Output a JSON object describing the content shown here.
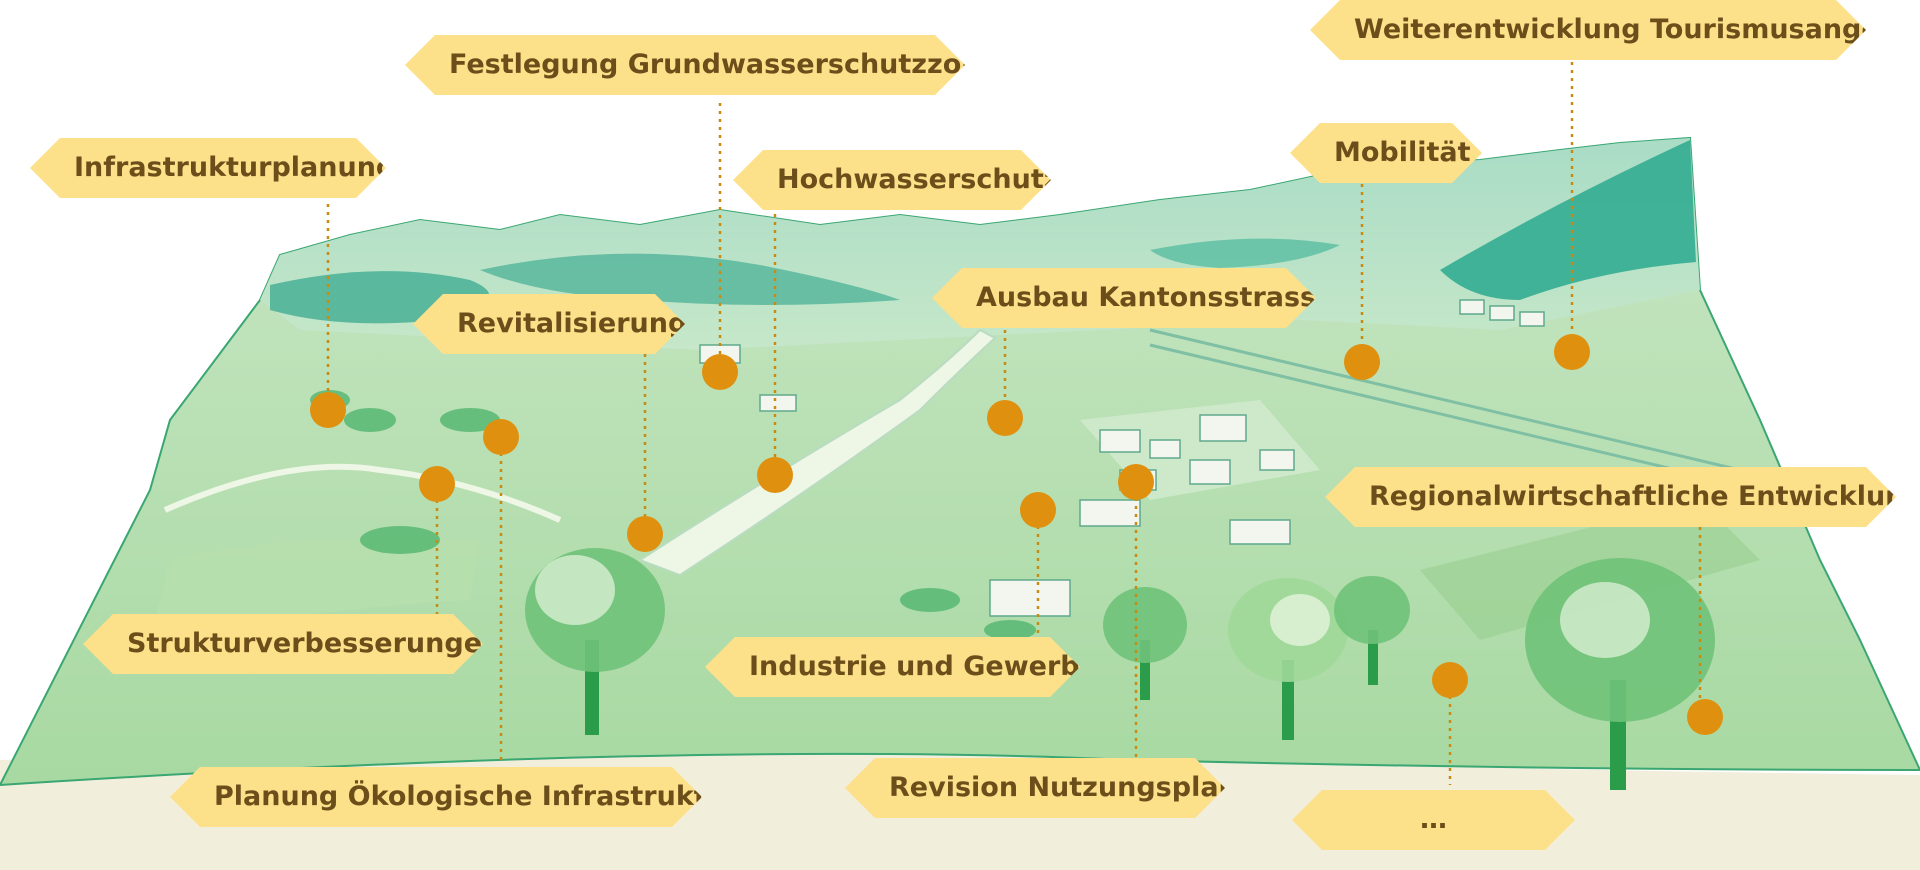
{
  "colors": {
    "label_fill": "#fde08a",
    "label_text": "#6b4e1a",
    "marker": "#e0900f",
    "leader": "#c98a12",
    "landscape_light": "#bfe3c2",
    "landscape_mid": "#8fd0a6",
    "landscape_dark": "#2aa98e",
    "ground": "#f2eedc"
  },
  "labels": [
    {
      "id": "infrastrukturplanung",
      "text": "Infrastrukturplanung"
    },
    {
      "id": "grundwasserschutzzone",
      "text": "Festlegung Grundwasserschutzzone"
    },
    {
      "id": "hochwasserschutz",
      "text": "Hochwasserschutz"
    },
    {
      "id": "revitalisierung",
      "text": "Revitalisierung"
    },
    {
      "id": "kantonsstrasse",
      "text": "Ausbau Kantonsstrasse"
    },
    {
      "id": "mobilitaet",
      "text": "Mobilität"
    },
    {
      "id": "tourismus",
      "text": "Weiterentwicklung Tourismusangebot"
    },
    {
      "id": "regionalwirtschaft",
      "text": "Regionalwirtschaftliche Entwicklung"
    },
    {
      "id": "strukturverbesserungen",
      "text": "Strukturverbesserungen"
    },
    {
      "id": "industrie",
      "text": "Industrie und Gewerbe"
    },
    {
      "id": "oekologische-infrastruktur",
      "text": "Planung Ökologische Infrastruktur"
    },
    {
      "id": "nutzungsplan",
      "text": "Revision Nutzungsplan"
    },
    {
      "id": "weitere",
      "text": "…"
    }
  ]
}
